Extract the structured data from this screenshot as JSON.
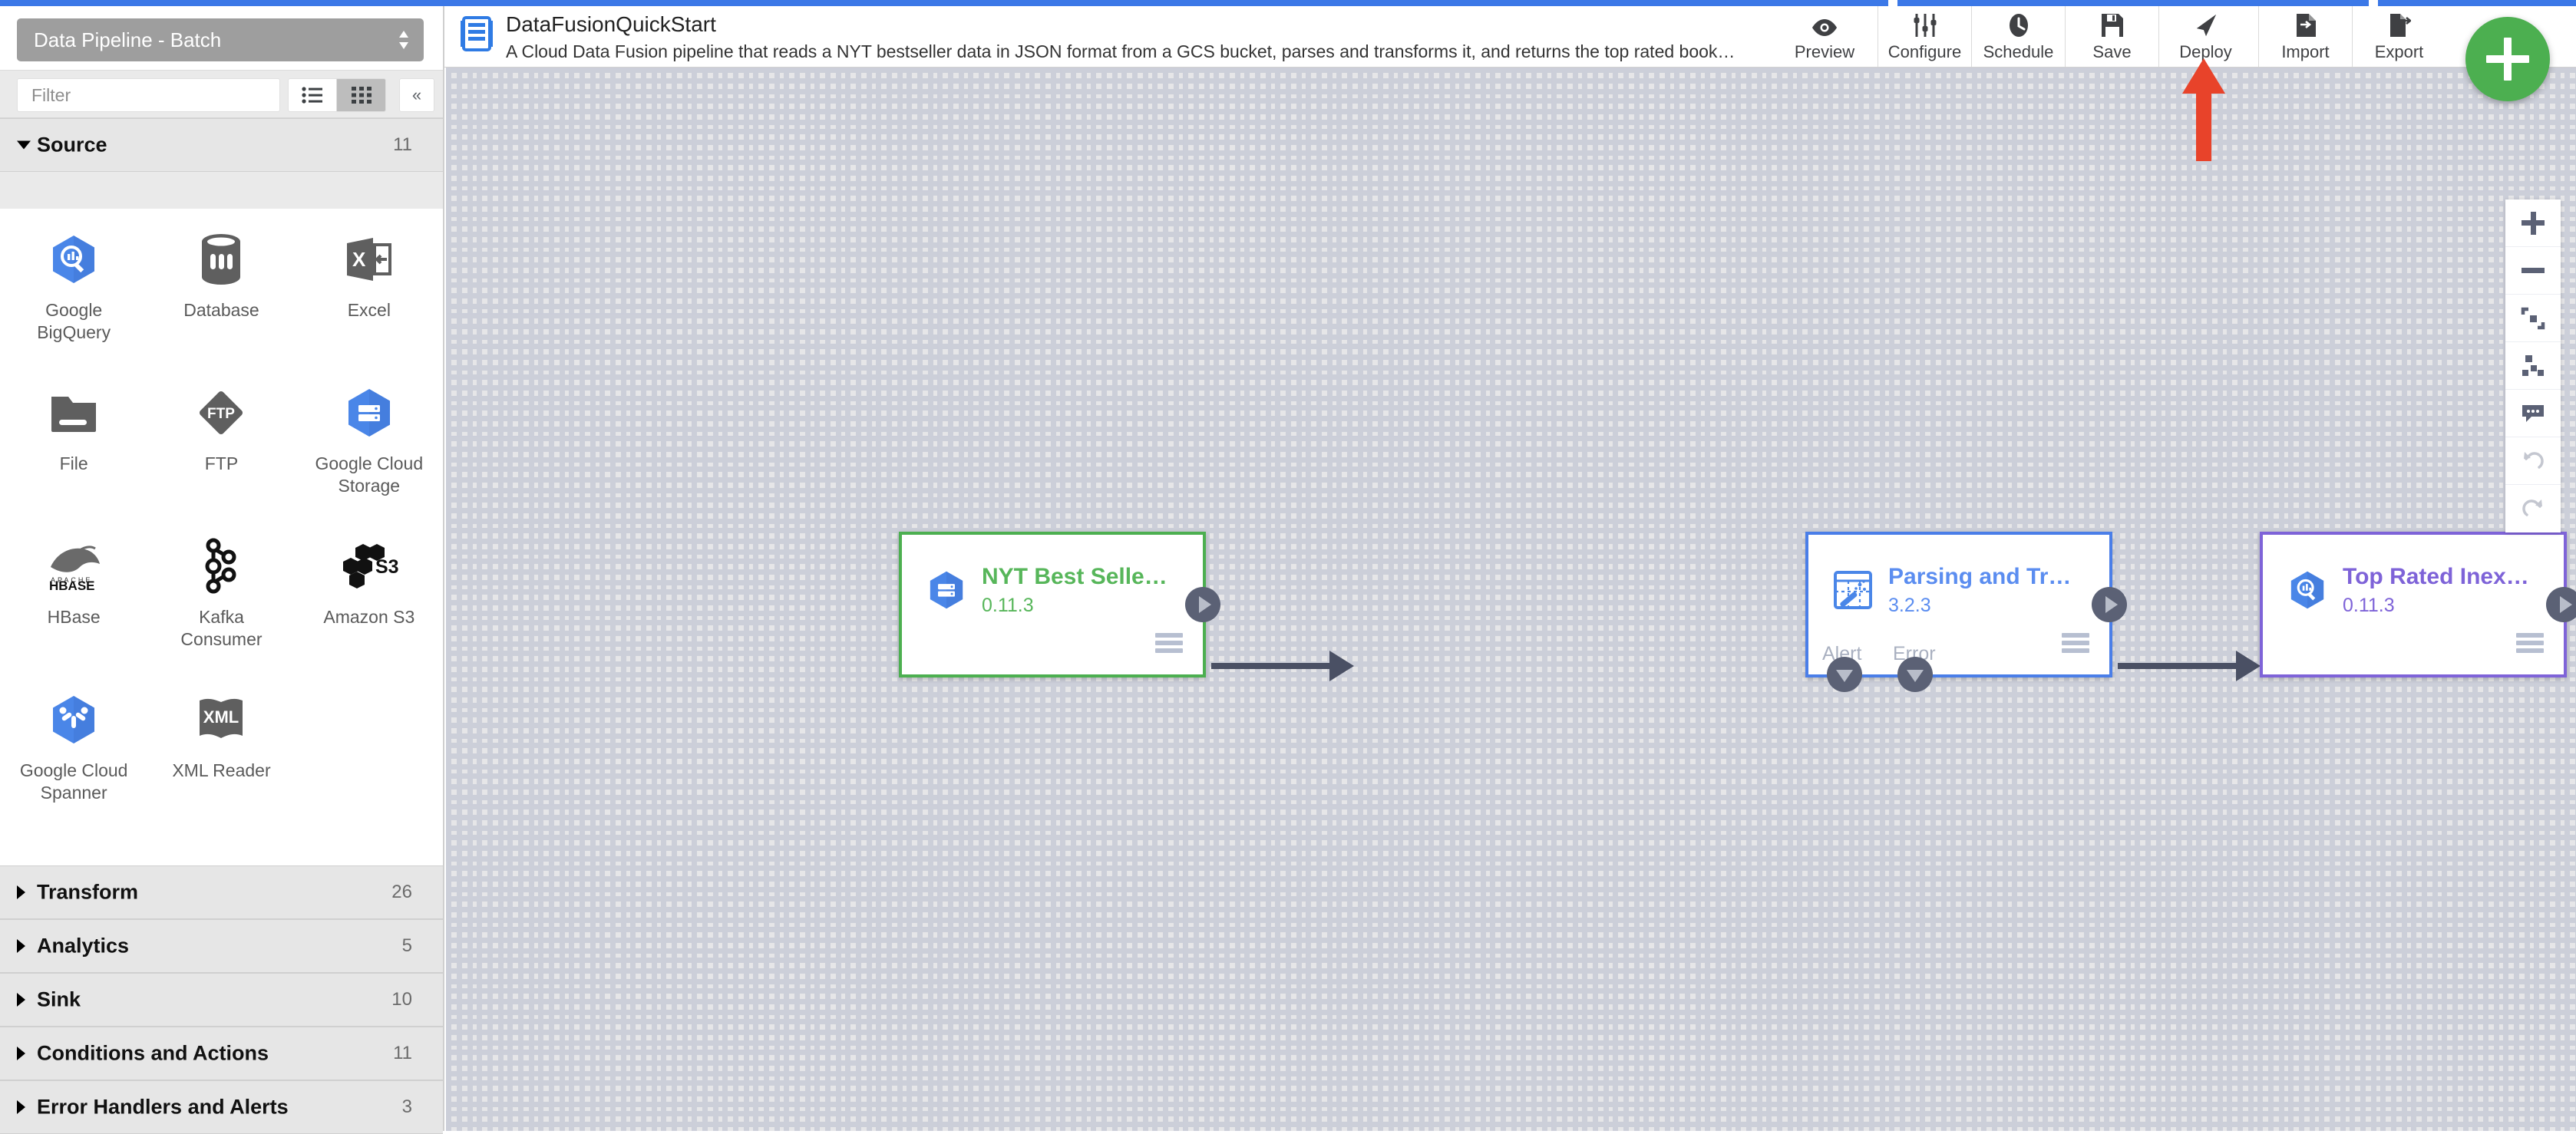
{
  "app": {
    "accent_blue": "#3b78e7",
    "canvas_bg": "#e6e6e8"
  },
  "sidebar": {
    "pipeline_type": "Data Pipeline - Batch",
    "filter_placeholder": "Filter",
    "filter_value": "",
    "view_list_icon": "list-view-icon",
    "view_grid_icon": "grid-view-icon",
    "collapse_icon": "collapse-panel-icon",
    "sections": [
      {
        "label": "Source",
        "count": "11",
        "open": true
      },
      {
        "label": "Transform",
        "count": "26",
        "open": false
      },
      {
        "label": "Analytics",
        "count": "5",
        "open": false
      },
      {
        "label": "Sink",
        "count": "10",
        "open": false
      },
      {
        "label": "Conditions and Actions",
        "count": "11",
        "open": false
      },
      {
        "label": "Error Handlers and Alerts",
        "count": "3",
        "open": false
      }
    ],
    "plugins": [
      {
        "label": "Google BigQuery",
        "icon": "google-bigquery-icon"
      },
      {
        "label": "Database",
        "icon": "database-icon"
      },
      {
        "label": "Excel",
        "icon": "excel-icon"
      },
      {
        "label": "File",
        "icon": "file-folder-icon"
      },
      {
        "label": "FTP",
        "icon": "ftp-icon"
      },
      {
        "label": "Google Cloud Storage",
        "icon": "google-cloud-storage-icon"
      },
      {
        "label": "HBase",
        "icon": "hbase-icon"
      },
      {
        "label": "Kafka Consumer",
        "icon": "kafka-icon"
      },
      {
        "label": "Amazon S3",
        "icon": "amazon-s3-icon"
      },
      {
        "label": "Google Cloud Spanner",
        "icon": "google-cloud-spanner-icon"
      },
      {
        "label": "XML Reader",
        "icon": "xml-reader-icon"
      }
    ]
  },
  "toolbar": {
    "pipeline_name": "DataFusionQuickStart",
    "pipeline_description": "A Cloud Data Fusion pipeline that reads a NYT bestseller data in JSON format from a GCS bucket, parses and transforms it, and returns the top rated book…",
    "pipeline_icon": "data-fusion-pipeline-icon",
    "actions": [
      {
        "label": "Preview",
        "icon": "eye-icon"
      },
      {
        "label": "Configure",
        "icon": "sliders-icon"
      },
      {
        "label": "Schedule",
        "icon": "clock-icon"
      },
      {
        "label": "Save",
        "icon": "floppy-disk-icon"
      },
      {
        "label": "Deploy",
        "icon": "paper-plane-icon"
      },
      {
        "label": "Import",
        "icon": "import-document-icon"
      },
      {
        "label": "Export",
        "icon": "export-document-icon"
      }
    ],
    "add_button_icon": "plus-icon"
  },
  "annotation": {
    "arrow_color": "#e8432a",
    "points_to": "Deploy"
  },
  "canvas": {
    "nodes": [
      {
        "title": "NYT Best Selle…",
        "version": "0.11.3",
        "icon": "google-cloud-storage-icon",
        "color": "#4caf50",
        "menu_icon": "hamburger-menu-icon",
        "out_port_icon": "play-triangle-icon"
      },
      {
        "title": "Parsing and Tr…",
        "version": "3.2.3",
        "icon": "wrangler-magic-wand-icon",
        "color": "#4a7ee8",
        "menu_icon": "hamburger-menu-icon",
        "out_port_icon": "play-triangle-icon",
        "endpoints": [
          {
            "label": "Alert",
            "icon": "down-triangle-icon"
          },
          {
            "label": "Error",
            "icon": "down-triangle-icon"
          }
        ]
      },
      {
        "title": "Top Rated Inex…",
        "version": "0.11.3",
        "icon": "google-bigquery-icon",
        "color": "#7e63d8",
        "menu_icon": "hamburger-menu-icon",
        "out_port_icon": "play-triangle-icon"
      }
    ],
    "connections": [
      {
        "from": "NYT Best Selle…",
        "to": "Parsing and Tr…"
      },
      {
        "from": "Parsing and Tr…",
        "to": "Top Rated Inex…"
      }
    ],
    "controls": [
      {
        "name": "zoom-in",
        "icon": "plus-icon",
        "disabled": false
      },
      {
        "name": "zoom-out",
        "icon": "minus-icon",
        "disabled": false
      },
      {
        "name": "fit-to-screen",
        "icon": "fit-screen-icon",
        "disabled": false
      },
      {
        "name": "auto-arrange",
        "icon": "auto-arrange-icon",
        "disabled": false
      },
      {
        "name": "comments",
        "icon": "comment-bubble-icon",
        "disabled": false
      },
      {
        "name": "undo",
        "icon": "undo-icon",
        "disabled": true
      },
      {
        "name": "redo",
        "icon": "redo-icon",
        "disabled": true
      }
    ]
  }
}
